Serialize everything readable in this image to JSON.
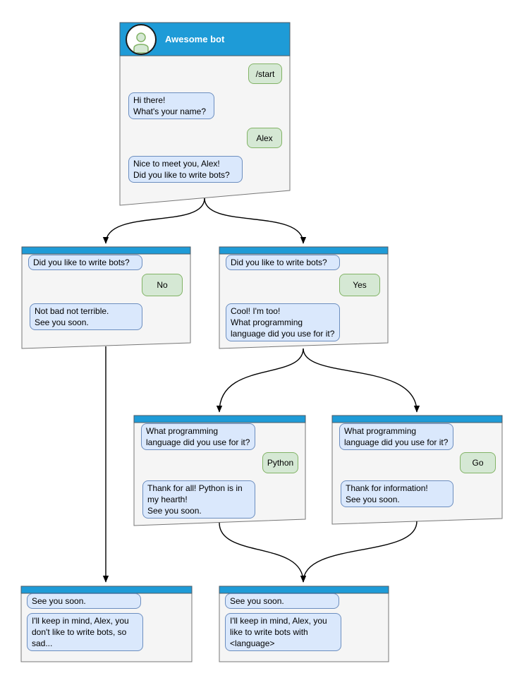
{
  "colors": {
    "header_blue": "#1e9bd7",
    "box_fill": "#f5f5f5",
    "box_border": "#777777",
    "bubble_bot_fill": "#dae8fc",
    "bubble_bot_border": "#6c8ebf",
    "bubble_user_fill": "#d5e8d4",
    "bubble_user_border": "#82b366",
    "edge_color": "#000000",
    "header_text": "#ffffff"
  },
  "icons": {
    "avatar": "person-icon"
  },
  "nodes": [
    {
      "id": "start",
      "title": "Awesome bot",
      "bubbles": [
        {
          "from": "user",
          "text": "/start"
        },
        {
          "from": "bot",
          "text": "Hi there!\nWhat's your name?"
        },
        {
          "from": "user",
          "text": "Alex"
        },
        {
          "from": "bot",
          "text": "Nice to meet you, Alex!\nDid you like to write bots?"
        }
      ]
    },
    {
      "id": "answer-no",
      "bubbles": [
        {
          "from": "bot",
          "text": "Did you like to write bots?"
        },
        {
          "from": "user",
          "text": "No"
        },
        {
          "from": "bot",
          "text": "Not bad not terrible.\nSee you soon."
        }
      ]
    },
    {
      "id": "answer-yes",
      "bubbles": [
        {
          "from": "bot",
          "text": "Did you like to write bots?"
        },
        {
          "from": "user",
          "text": "Yes"
        },
        {
          "from": "bot",
          "text": "Cool! I'm too!\nWhat programming\nlanguage did you use for it?"
        }
      ]
    },
    {
      "id": "language-python",
      "bubbles": [
        {
          "from": "bot",
          "text": "What programming\nlanguage did you use for it?"
        },
        {
          "from": "user",
          "text": "Python"
        },
        {
          "from": "bot",
          "text": "Thank for all! Python is in\nmy hearth!\nSee you soon."
        }
      ]
    },
    {
      "id": "language-go",
      "bubbles": [
        {
          "from": "bot",
          "text": "What programming\nlanguage did you use for it?"
        },
        {
          "from": "user",
          "text": "Go"
        },
        {
          "from": "bot",
          "text": "Thank for information!\nSee you soon."
        }
      ]
    },
    {
      "id": "end-no",
      "bubbles": [
        {
          "from": "bot",
          "text": "See you soon."
        },
        {
          "from": "bot",
          "text": "I'll keep in mind, Alex, you\ndon't like to write bots, so\nsad..."
        }
      ]
    },
    {
      "id": "end-yes",
      "bubbles": [
        {
          "from": "bot",
          "text": "See you soon."
        },
        {
          "from": "bot",
          "text": "I'll keep in mind, Alex, you\nlike to write bots with\n<language>"
        }
      ]
    }
  ]
}
